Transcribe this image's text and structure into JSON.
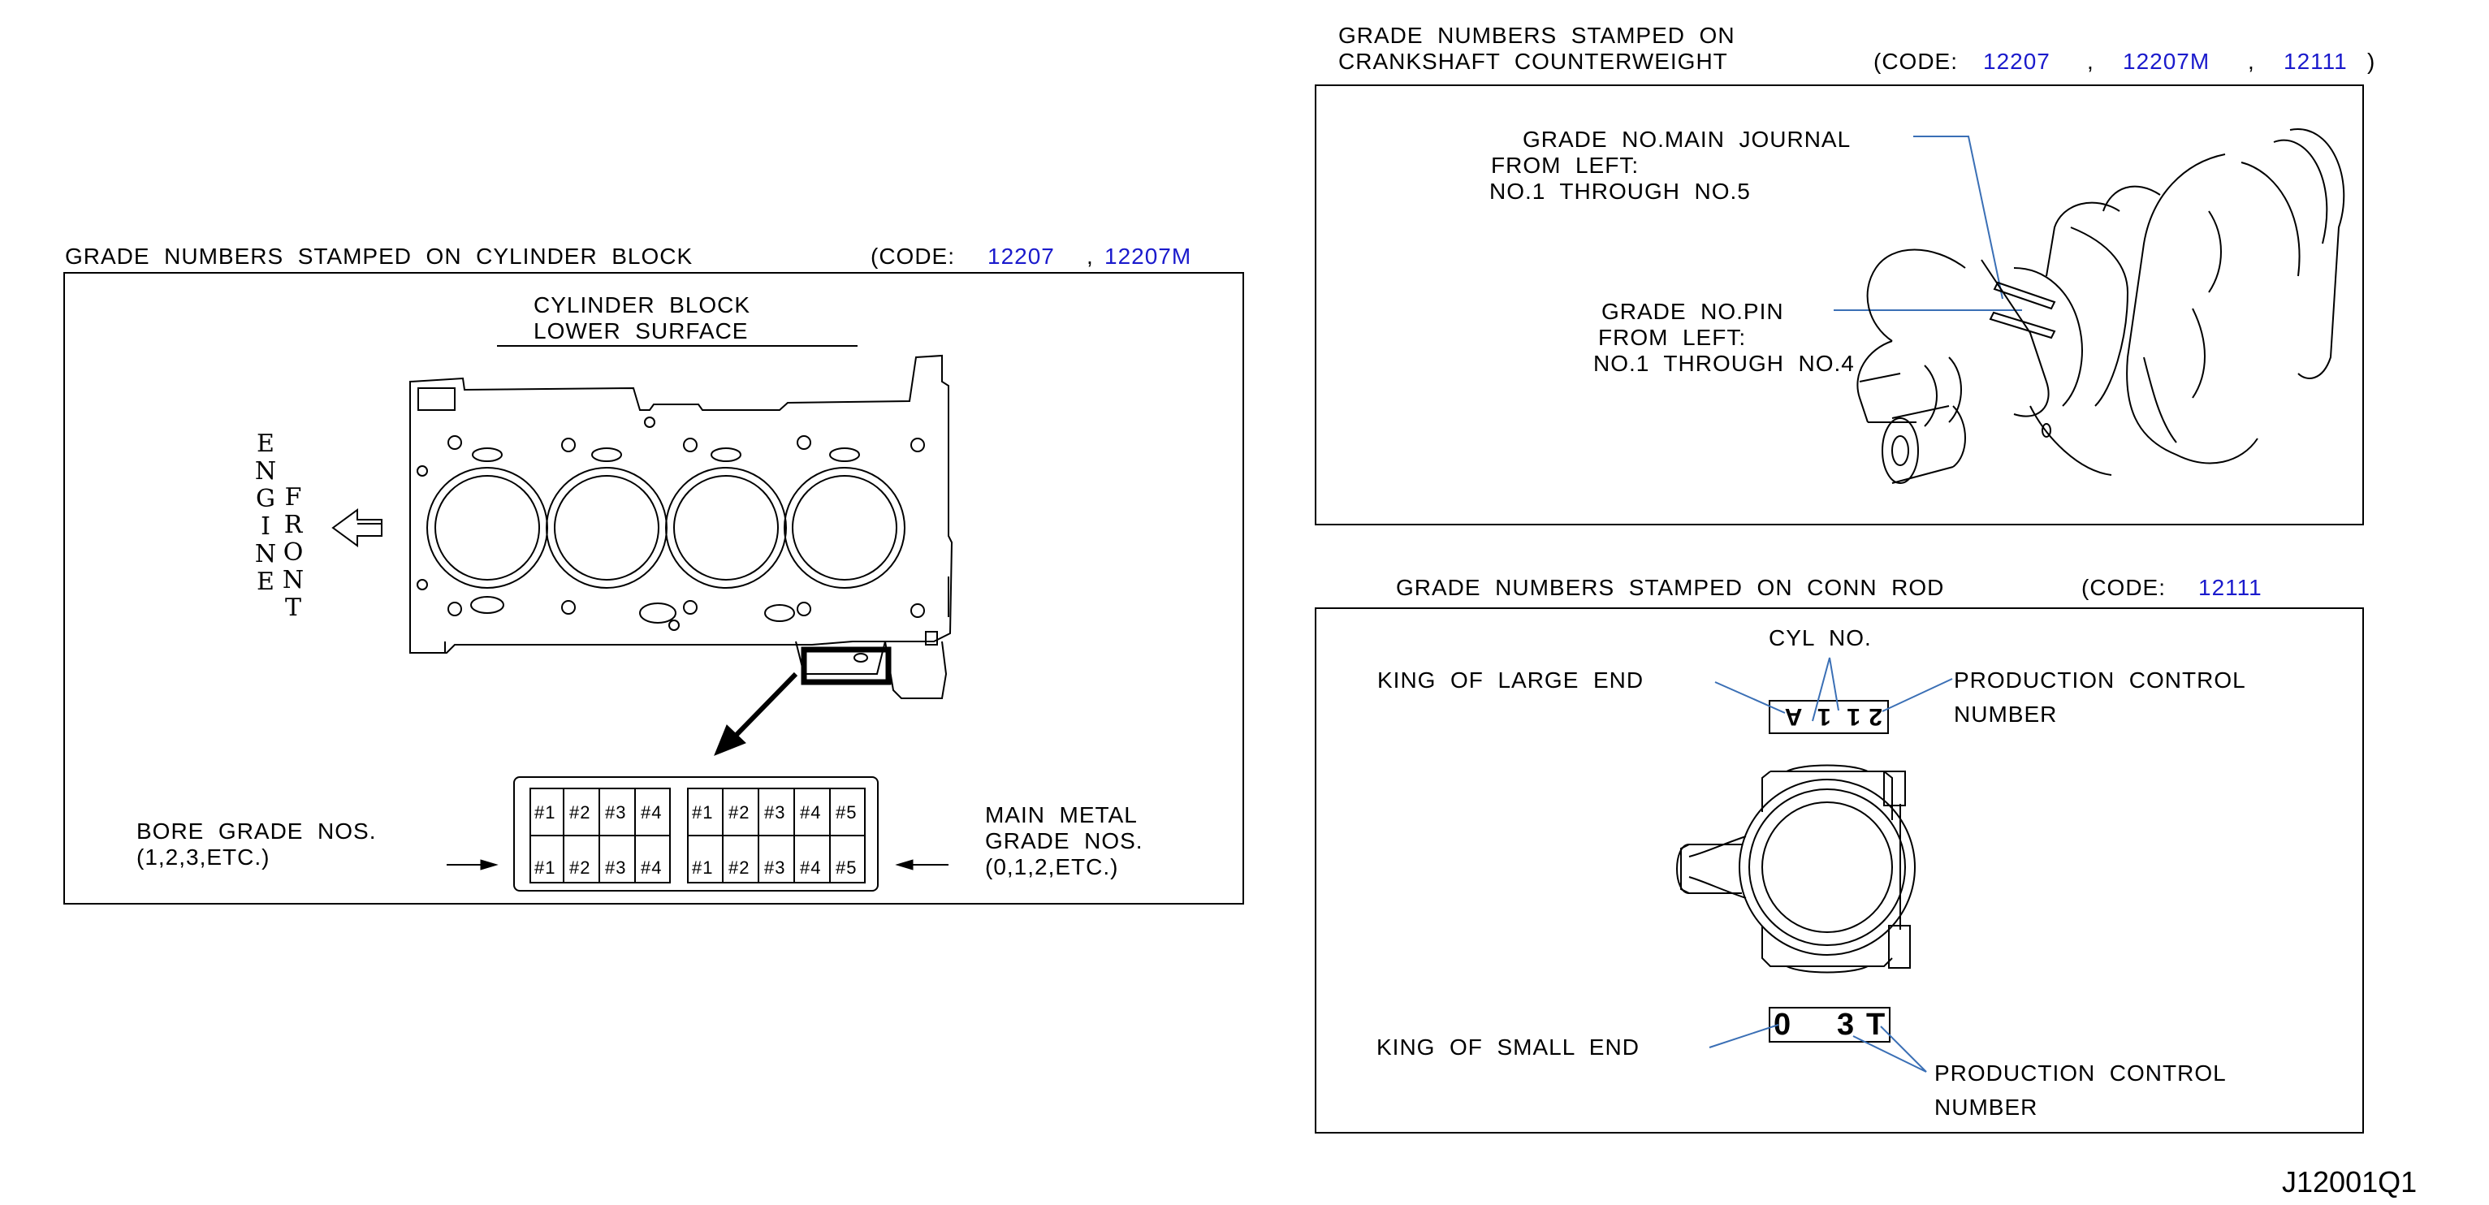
{
  "panel_cylinder_block": {
    "title": "GRADE  NUMBERS  STAMPED  ON  CYLINDER  BLOCK",
    "code_prefix": "(CODE:",
    "code_1": "12207",
    "code_sep": ",",
    "code_2": "12207M",
    "subtitle_line1": "CYLINDER  BLOCK",
    "subtitle_line2": "LOWER  SURFACE",
    "engine_label": "ENGINE",
    "front_label": "FRONT",
    "bore_line1": "BORE  GRADE  NOS.",
    "bore_line2": "(1,2,3,ETC.)",
    "main_line1": "MAIN  METAL",
    "main_line2": "GRADE  NOS.",
    "main_line3": "(0,1,2,ETC.)",
    "bore_cells": [
      "#1",
      "#2",
      "#3",
      "#4"
    ],
    "main_cells": [
      "#1",
      "#2",
      "#3",
      "#4",
      "#5"
    ]
  },
  "panel_crankshaft": {
    "title_line1": "GRADE  NUMBERS  STAMPED  ON",
    "title_line2": "CRANKSHAFT  COUNTERWEIGHT",
    "code_prefix": "(CODE:",
    "code_1": "12207",
    "code_sep1": ",",
    "code_2": "12207M",
    "code_sep2": ",",
    "code_3": "12111",
    "code_suffix": ")",
    "journal_line1": "GRADE  NO.MAIN  JOURNAL",
    "journal_line2": "FROM  LEFT:",
    "journal_line3": "NO.1  THROUGH  NO.5",
    "pin_line1": "GRADE  NO.PIN",
    "pin_line2": "FROM  LEFT:",
    "pin_line3": "NO.1  THROUGH  NO.4"
  },
  "panel_conn_rod": {
    "title": "GRADE  NUMBERS  STAMPED  ON  CONN  ROD",
    "code_prefix": "(CODE:",
    "code_1": "12111",
    "cyl_no": "CYL  NO.",
    "king_large": "KING  OF  LARGE  END",
    "prod_control_1_line1": "PRODUCTION  CONTROL",
    "prod_control_1_line2": "NUMBER",
    "large_stamp": "2 1  1  A",
    "king_small": "KING  OF  SMALL  END",
    "small_stamp_a": "0",
    "small_stamp_b": "3",
    "small_stamp_c": "T",
    "prod_control_2_line1": "PRODUCTION  CONTROL",
    "prod_control_2_line2": "NUMBER"
  },
  "figure_id": "J12001Q1",
  "colors": {
    "code_text": "#1a1acc",
    "leader_line": "#3a6fb5",
    "ink": "#000000"
  }
}
